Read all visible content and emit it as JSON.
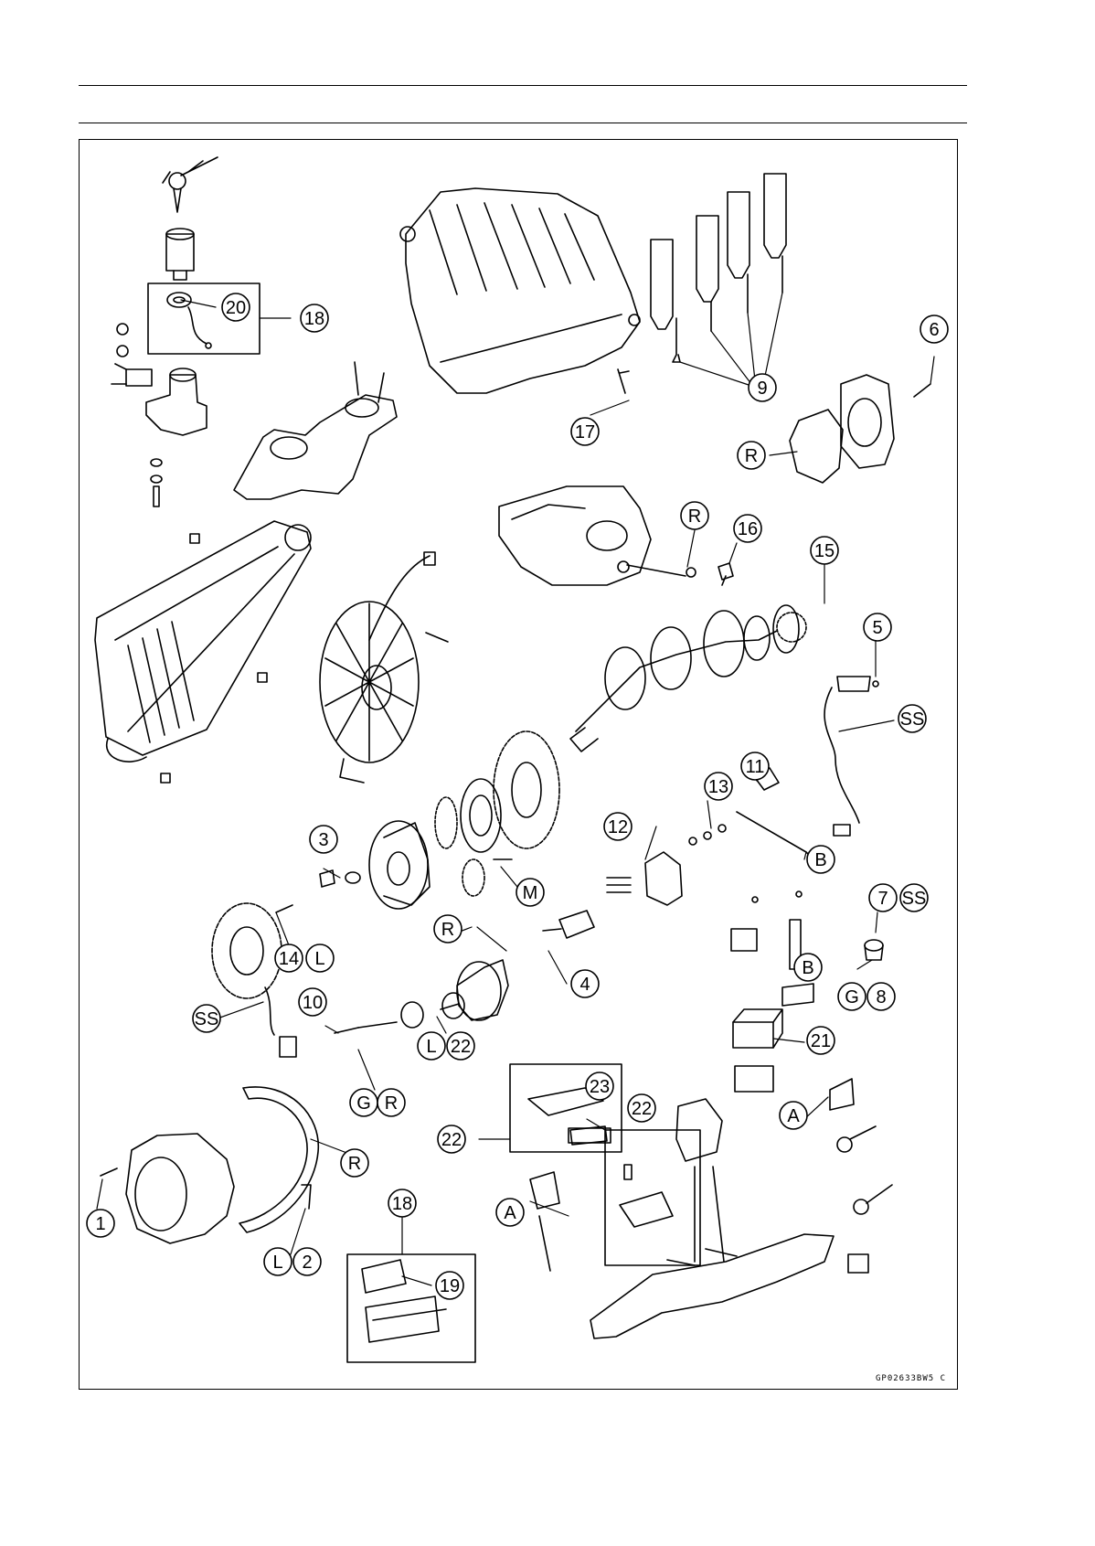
{
  "figure_code": "GP02633BW5 C",
  "callouts": [
    {
      "id": "c20",
      "text": "20"
    },
    {
      "id": "c18a",
      "text": "18"
    },
    {
      "id": "c6",
      "text": "6"
    },
    {
      "id": "c9",
      "text": "9"
    },
    {
      "id": "c17",
      "text": "17"
    },
    {
      "id": "cRa",
      "text": "R"
    },
    {
      "id": "cRb",
      "text": "R"
    },
    {
      "id": "c16",
      "text": "16"
    },
    {
      "id": "c15",
      "text": "15"
    },
    {
      "id": "c5",
      "text": "5"
    },
    {
      "id": "c13",
      "text": "13"
    },
    {
      "id": "c11",
      "text": "11"
    },
    {
      "id": "c12",
      "text": "12"
    },
    {
      "id": "cB1",
      "text": "B"
    },
    {
      "id": "c3",
      "text": "3"
    },
    {
      "id": "cM",
      "text": "M"
    },
    {
      "id": "c7",
      "text": "7"
    },
    {
      "id": "cSS1",
      "text": "SS"
    },
    {
      "id": "cSS2",
      "text": "SS"
    },
    {
      "id": "cRc",
      "text": "R"
    },
    {
      "id": "c4",
      "text": "4"
    },
    {
      "id": "c14",
      "text": "14"
    },
    {
      "id": "cL1",
      "text": "L"
    },
    {
      "id": "cB2",
      "text": "B"
    },
    {
      "id": "cG1",
      "text": "G"
    },
    {
      "id": "c8",
      "text": "8"
    },
    {
      "id": "cSS3",
      "text": "SS"
    },
    {
      "id": "c10",
      "text": "10"
    },
    {
      "id": "cL2",
      "text": "L"
    },
    {
      "id": "c22a",
      "text": "22"
    },
    {
      "id": "c21",
      "text": "21"
    },
    {
      "id": "cG2",
      "text": "G"
    },
    {
      "id": "cRd",
      "text": "R"
    },
    {
      "id": "c23",
      "text": "23"
    },
    {
      "id": "c22b",
      "text": "22"
    },
    {
      "id": "c22c",
      "text": "22"
    },
    {
      "id": "cA1",
      "text": "A"
    },
    {
      "id": "cRe",
      "text": "R"
    },
    {
      "id": "c1",
      "text": "1"
    },
    {
      "id": "c18b",
      "text": "18"
    },
    {
      "id": "c19",
      "text": "19"
    },
    {
      "id": "cA2",
      "text": "A"
    },
    {
      "id": "cL3",
      "text": "L"
    },
    {
      "id": "c2",
      "text": "2"
    }
  ]
}
